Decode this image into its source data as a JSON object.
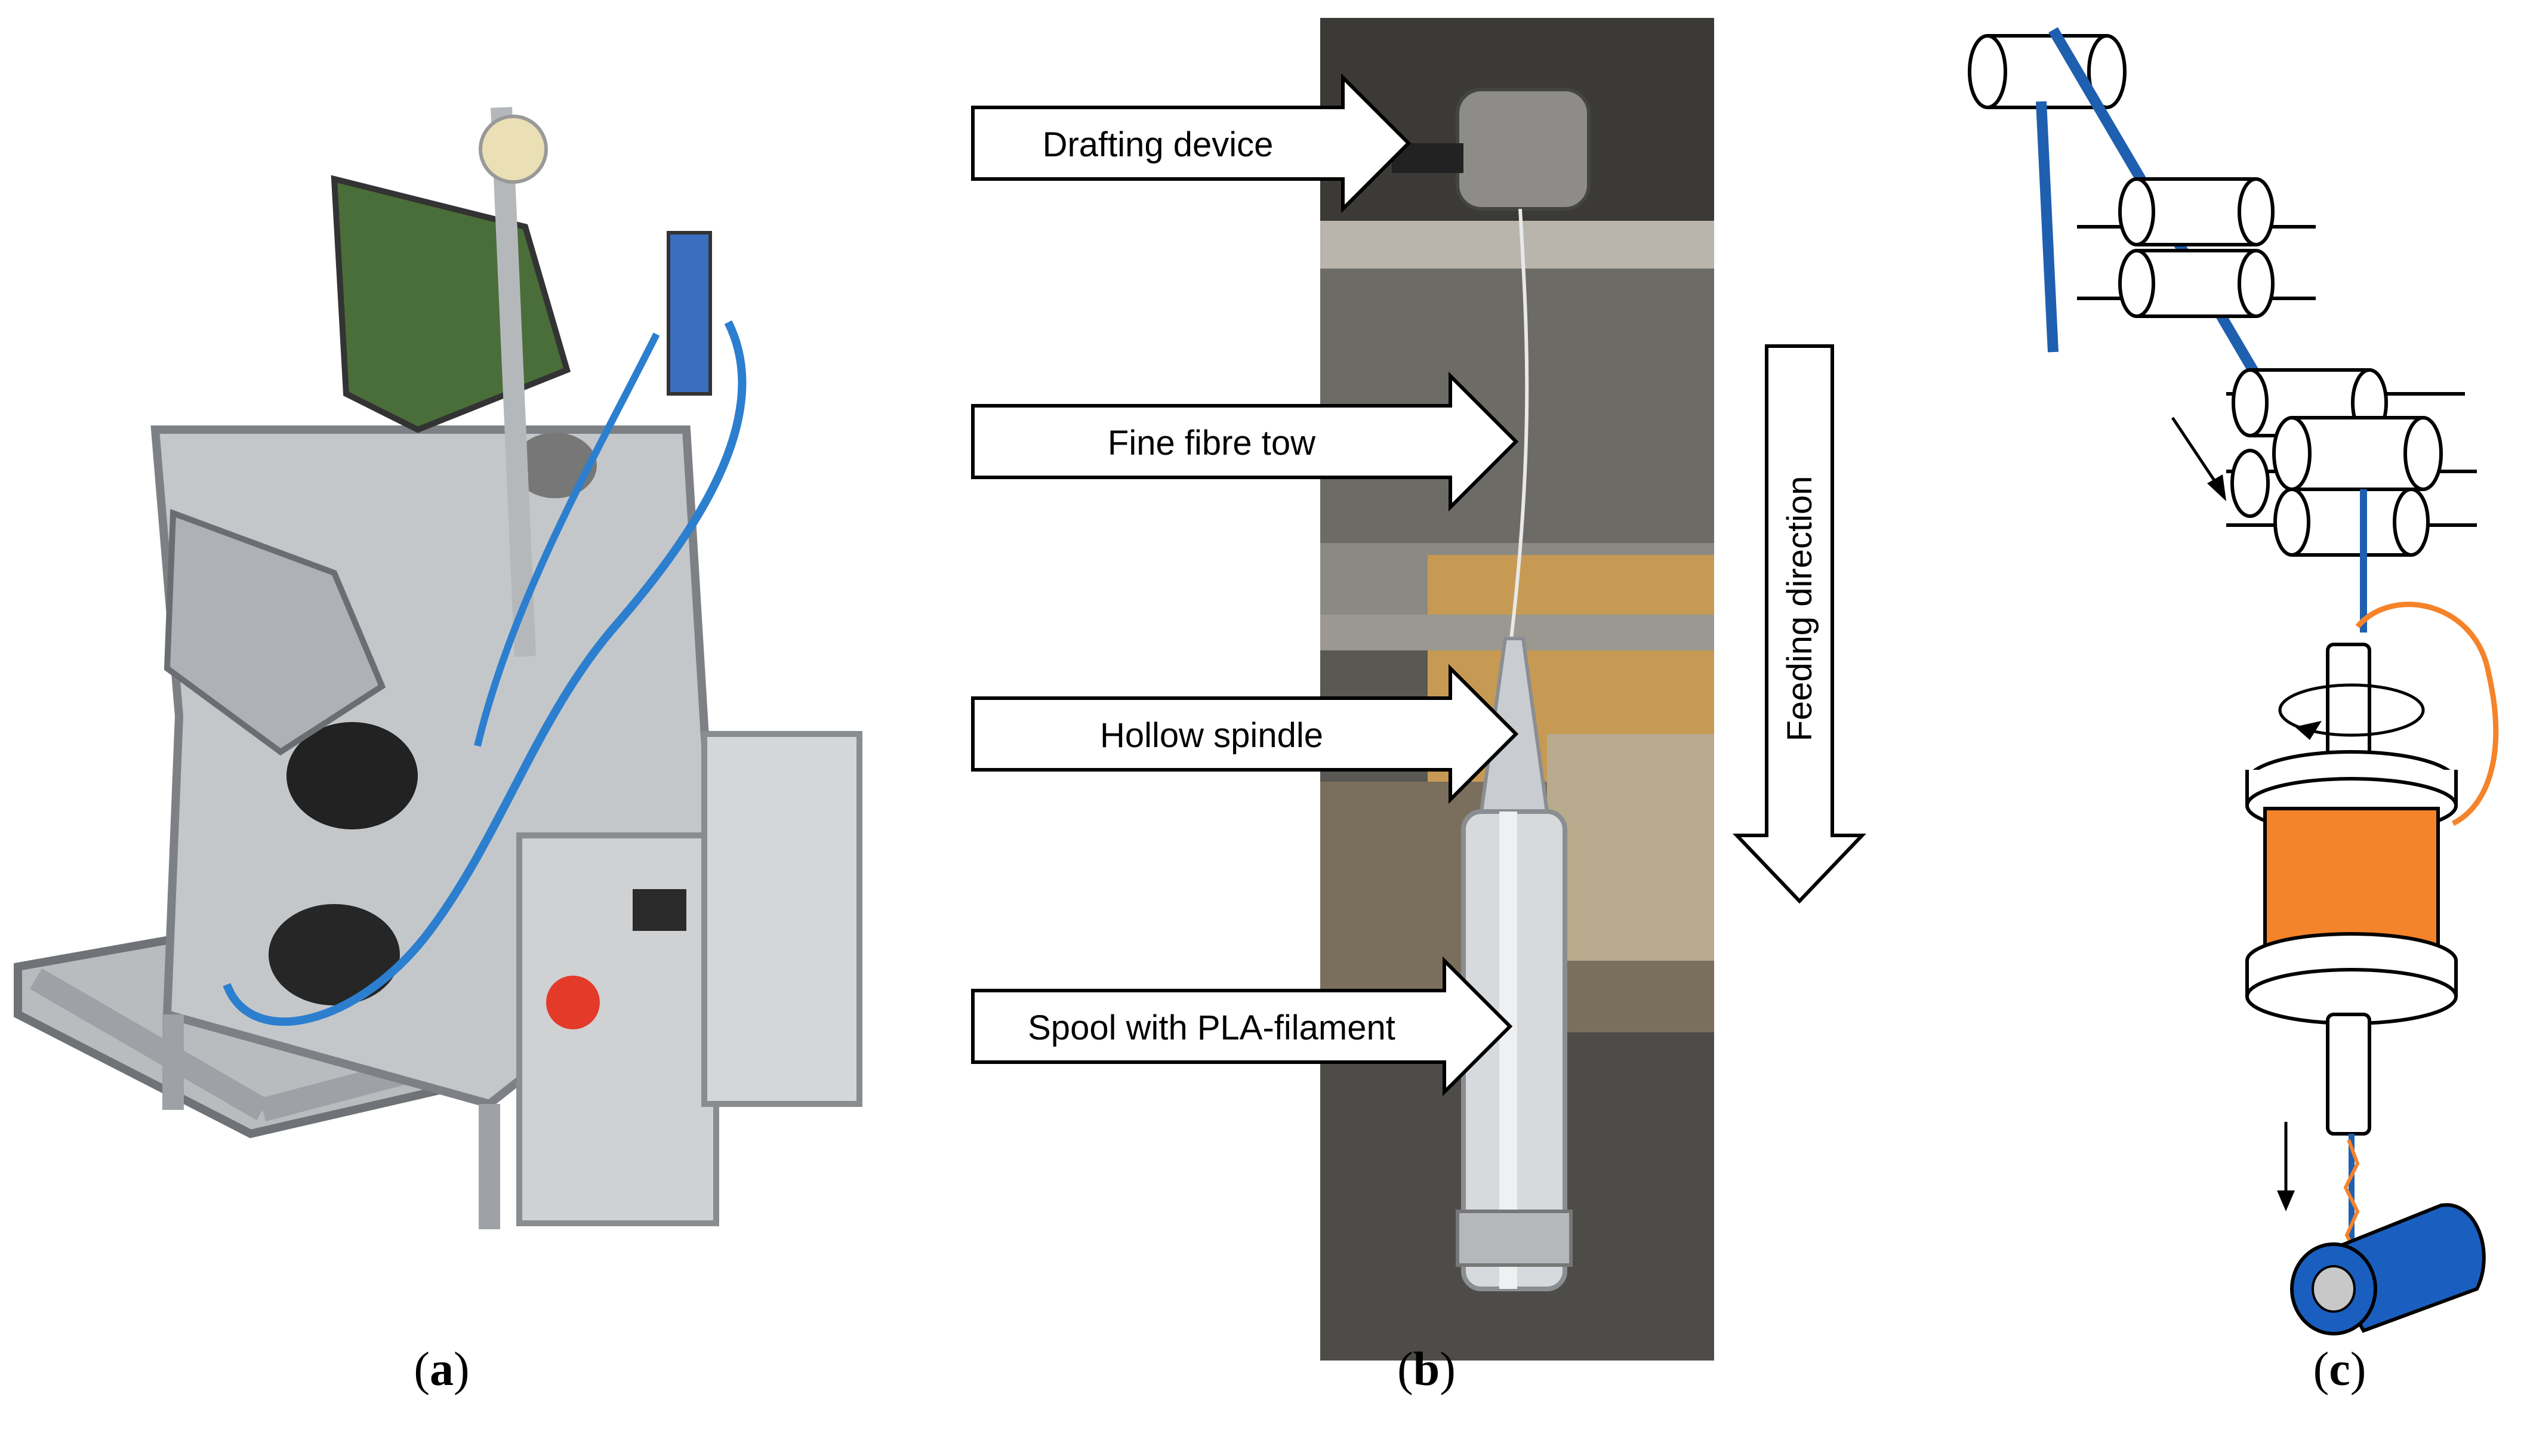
{
  "panels": [
    {
      "id": "a",
      "label": "a"
    },
    {
      "id": "b",
      "label": "b"
    },
    {
      "id": "c",
      "label": "c"
    }
  ],
  "callouts": [
    "Drafting device",
    "Fine fibre tow",
    "Hollow spindle",
    "Spool with PLA-filament"
  ],
  "feeding_label": "Feeding direction",
  "colors": {
    "fibre_blue": "#1f5fb0",
    "filament_orange": "#f5832a",
    "take_up_blue": "#1a5fbf",
    "core_grey": "#c8c8c8"
  }
}
